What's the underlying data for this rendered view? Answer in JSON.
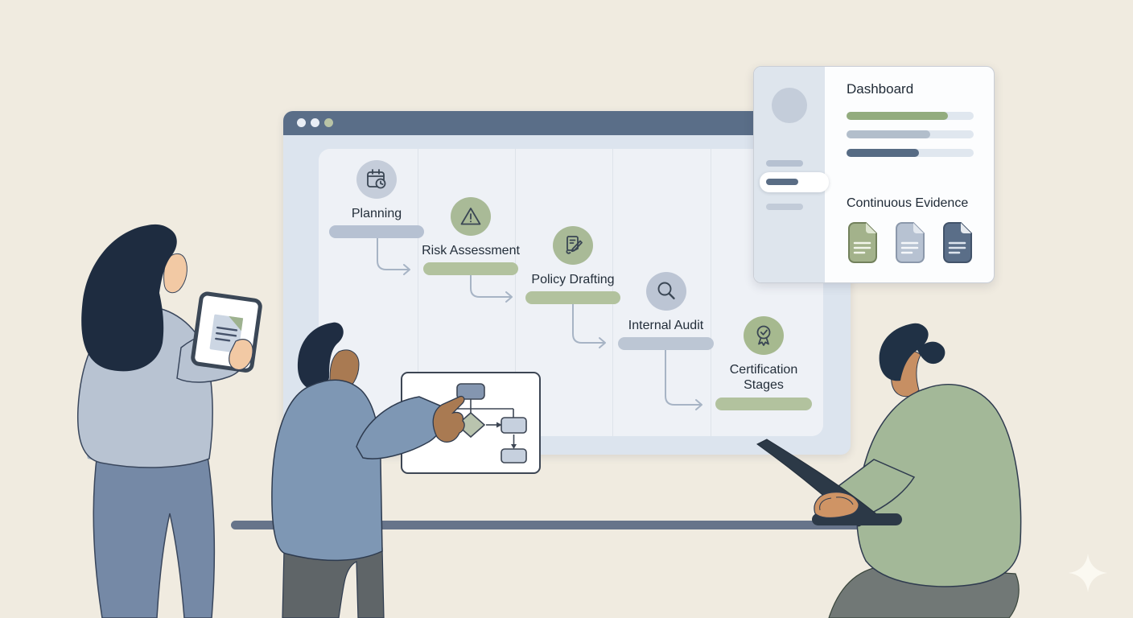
{
  "scene": {
    "background_color": "#f0ebe0",
    "sparkle_icon": "four-point-star-icon",
    "desk_color": "#67748a"
  },
  "browser_window": {
    "titlebar_color": "#5a6e88",
    "traffic_light_colors": [
      "#e9eef5",
      "#e9eef5",
      "#b9c4a6"
    ],
    "stages": [
      {
        "label": "Planning",
        "icon": "calendar-clock-icon",
        "circle_color": "#c5cdda",
        "bar_color": "#b6c1d2"
      },
      {
        "label": "Risk Assessment",
        "icon": "warning-triangle-icon",
        "circle_color": "#a9ba97",
        "bar_color": "#b2c29e"
      },
      {
        "label": "Policy Drafting",
        "icon": "document-edit-icon",
        "circle_color": "#a9ba97",
        "bar_color": "#b2c29e"
      },
      {
        "label": "Internal Audit",
        "icon": "magnifier-icon",
        "circle_color": "#bcc5d4",
        "bar_color": "#bcc6d4"
      },
      {
        "label": "Certification Stages",
        "icon": "award-ribbon-icon",
        "circle_color": "#a6b98f",
        "bar_color": "#b2c29e"
      }
    ]
  },
  "dashboard_card": {
    "title": "Dashboard",
    "sidebar": {
      "avatar_icon": "avatar-circle",
      "nav_bar_count": 3,
      "active_nav_index": 1
    },
    "progress_bars": [
      {
        "percent": 80,
        "color": "#93ac7e"
      },
      {
        "percent": 66,
        "color": "#b2becb"
      },
      {
        "percent": 57,
        "color": "#566b84"
      }
    ],
    "section_title": "Continuous Evidence",
    "documents": [
      {
        "icon": "document-icon",
        "color": "#a3b28b"
      },
      {
        "icon": "document-icon",
        "color": "#b7c2d2"
      },
      {
        "icon": "document-icon",
        "color": "#5a6e88"
      }
    ]
  },
  "flowchart_card": {
    "node_colors": {
      "start": "#8496b0",
      "left": "#a9bb9a",
      "decision": "#b9c4ae",
      "right": "#c6d0de",
      "end": "#c6d0de"
    }
  },
  "tablet_screen": {
    "icon": "document-icon"
  }
}
